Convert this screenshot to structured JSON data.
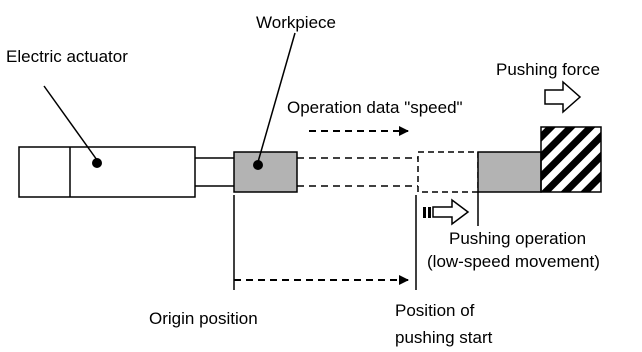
{
  "labels": {
    "electric_actuator": "Electric actuator",
    "workpiece": "Workpiece",
    "pushing_force": "Pushing force",
    "operation_speed": "Operation data \"speed\"",
    "pushing_operation_1": "Pushing operation",
    "pushing_operation_2": "(low-speed movement)",
    "origin_position": "Origin position",
    "position_of_pushing_start_1": "Position of",
    "position_of_pushing_start_2": "pushing start"
  },
  "colors": {
    "workpiece_fill": "#b3b3b3",
    "line": "#000000",
    "background": "#ffffff"
  }
}
